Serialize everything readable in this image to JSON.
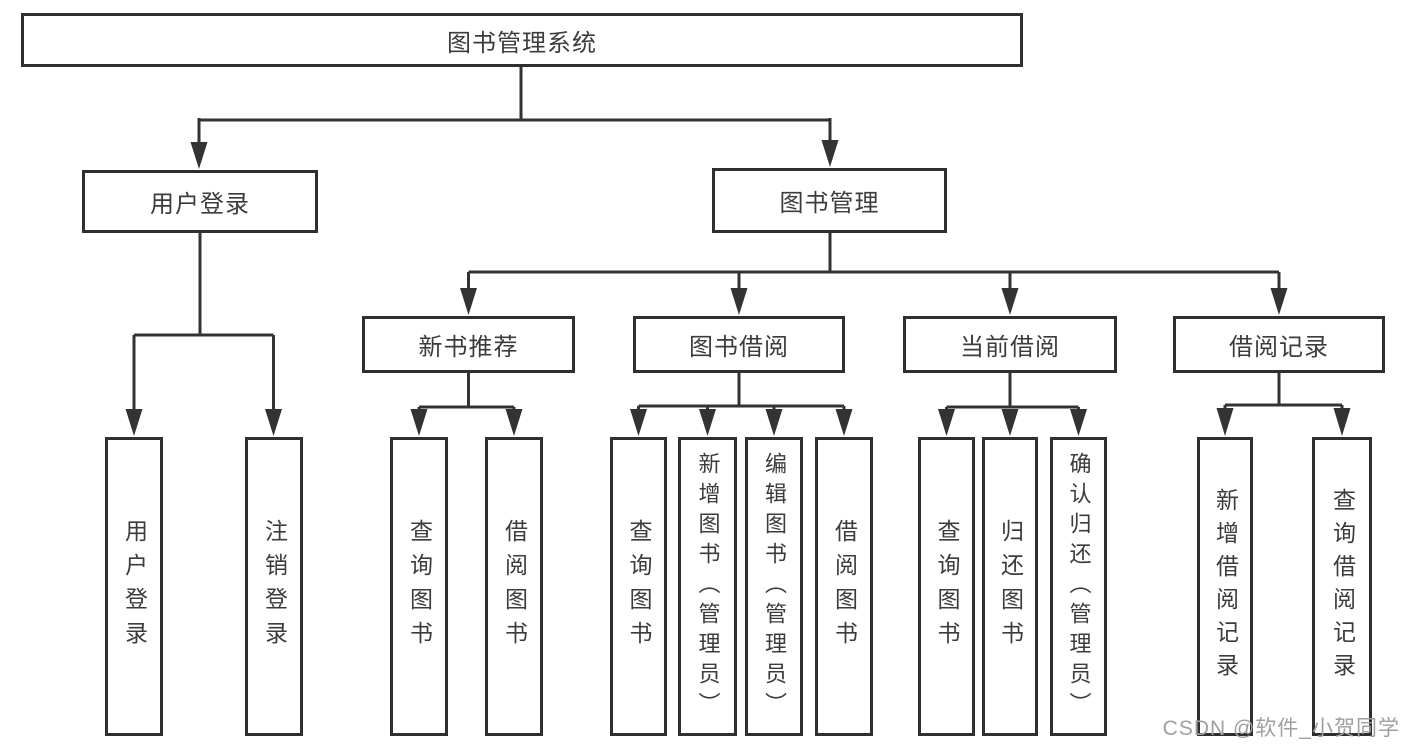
{
  "diagram": {
    "title": "图书管理系统",
    "watermark": "CSDN @软件_小贺同学",
    "colors": {
      "line": "#333333",
      "box_border": "#2f2f2f",
      "text": "#3c3c3c",
      "watermark": "#9f9f9f",
      "background": "#ffffff"
    },
    "tree": {
      "label": "图书管理系统",
      "children": [
        {
          "label": "用户登录",
          "children": [
            {
              "label": "用户登录"
            },
            {
              "label": "注销登录"
            }
          ]
        },
        {
          "label": "图书管理",
          "children": [
            {
              "label": "新书推荐",
              "children": [
                {
                  "label": "查询图书"
                },
                {
                  "label": "借阅图书"
                }
              ]
            },
            {
              "label": "图书借阅",
              "children": [
                {
                  "label": "查询图书"
                },
                {
                  "label": "新增图书（管理员）"
                },
                {
                  "label": "编辑图书（管理员）"
                },
                {
                  "label": "借阅图书"
                }
              ]
            },
            {
              "label": "当前借阅",
              "children": [
                {
                  "label": "查询图书"
                },
                {
                  "label": "归还图书"
                },
                {
                  "label": "确认归还（管理员）"
                }
              ]
            },
            {
              "label": "借阅记录",
              "children": [
                {
                  "label": "新增借阅记录"
                },
                {
                  "label": "查询借阅记录"
                }
              ]
            }
          ]
        }
      ]
    }
  }
}
